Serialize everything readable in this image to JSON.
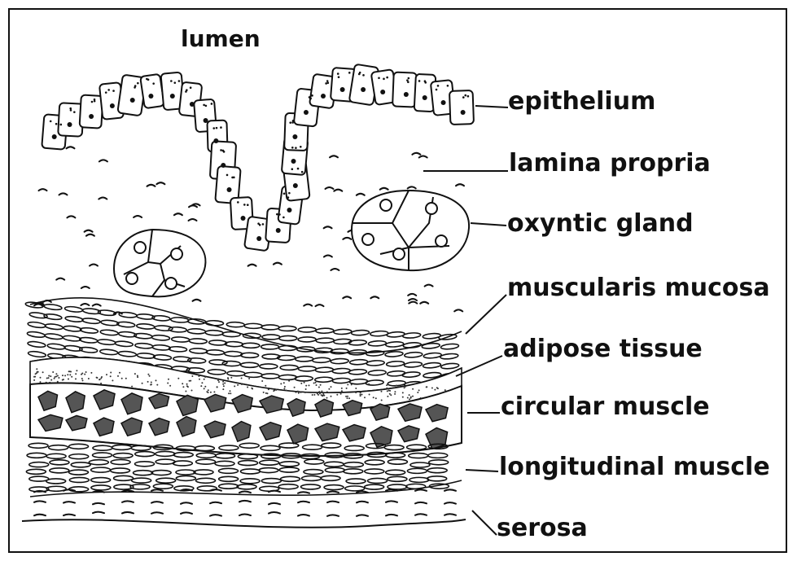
{
  "title": "lumen",
  "labels": {
    "epithelium": "epithelium",
    "lamina_propria": "lamina propria",
    "oxyntic_gland": "oxyntic gland",
    "muscularis_mucosa": "muscularis mucosa",
    "adipose_tissue": "adipose tissue",
    "circular_muscle": "circular muscle",
    "longitudinal_muscle": "longitudinal muscle",
    "serosa": "serosa"
  },
  "colors": {
    "ink": "#111111",
    "paper": "#ffffff",
    "stipple": "#555555"
  }
}
